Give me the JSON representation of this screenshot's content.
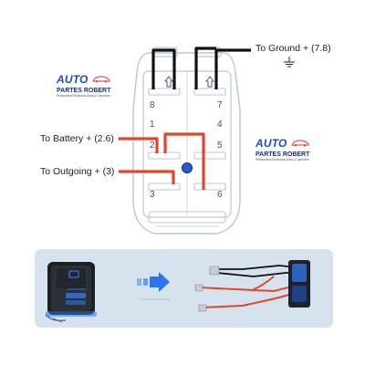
{
  "labels": {
    "ground": "To Ground + (7.8)",
    "battery": "To Battery + (2.6)",
    "outgoing": "To Outgoing + (3)"
  },
  "pins": [
    "8",
    "7",
    "1",
    "4",
    "2",
    "5",
    "3",
    "6"
  ],
  "logo": {
    "brand_top": "AUTO",
    "brand_bottom": "PARTES ROBERT",
    "tagline": "Refacciones Eléctricas Autos y Camiones"
  },
  "colors": {
    "wire_black": "#111111",
    "wire_red": "#e2452a",
    "outline": "#b9c6dc",
    "panel": "#d6e3ee",
    "led_blue": "#1f5fd1"
  },
  "icons": [
    "ground-icon",
    "arrow-up-icon",
    "arrow-right-icon",
    "indicator-led-icon"
  ]
}
